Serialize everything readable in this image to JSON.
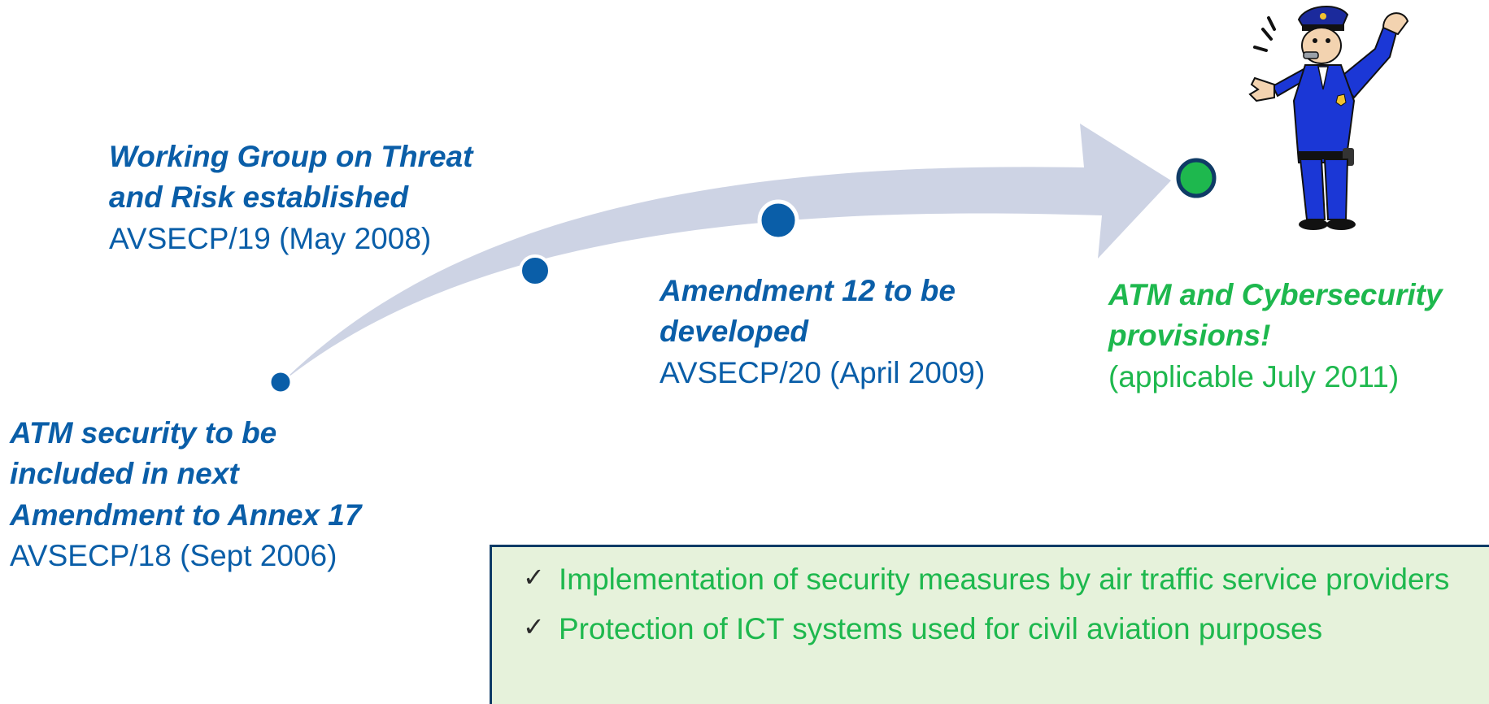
{
  "timeline": {
    "milestones": [
      {
        "title": "ATM security to be included in next Amendment to Annex 17",
        "title_lines": [
          "ATM security to be",
          "included in next",
          "Amendment to Annex 17"
        ],
        "subtitle": "AVSECP/18 (Sept 2006)",
        "color": "#0a5ea8"
      },
      {
        "title": "Working Group on Threat and Risk established",
        "title_lines": [
          "Working Group on Threat",
          "and Risk established"
        ],
        "subtitle": "AVSECP/19 (May 2008)",
        "color": "#0a5ea8"
      },
      {
        "title": "Amendment 12 to be developed",
        "title_lines": [
          "Amendment 12 to be",
          "developed"
        ],
        "subtitle": "AVSECP/20 (April 2009)",
        "color": "#0a5ea8"
      },
      {
        "title": "ATM and Cybersecurity provisions!",
        "title_lines": [
          "ATM and Cybersecurity",
          "provisions!"
        ],
        "subtitle": "(applicable July 2011)",
        "color": "#1eb84e"
      }
    ],
    "arrow_color": "#cdd3e4",
    "dot_color_blue": "#0a5ea8",
    "dot_color_green": "#1eb84e"
  },
  "provisions": {
    "items": [
      "Implementation of security measures by air traffic service providers",
      "Protection of ICT systems used for civil aviation purposes"
    ],
    "check_icon": "check-icon",
    "background": "#e6f2db",
    "border_color": "#0f3b66"
  },
  "illustration": {
    "icon": "policeman-whistle-icon"
  }
}
